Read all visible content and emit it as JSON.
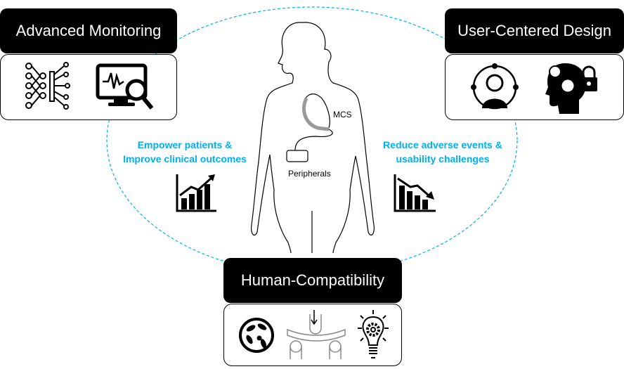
{
  "pillars": {
    "monitoring": {
      "title": "Advanced Monitoring",
      "icons": [
        "neural-network-icon",
        "monitor-search-icon"
      ]
    },
    "user_centered": {
      "title": "User-Centered Design",
      "icons": [
        "user-circle-icon",
        "head-gear-lock-icon"
      ]
    },
    "compatibility": {
      "title": "Human-Compatibility",
      "icons": [
        "bacteria-icon",
        "bending-test-icon",
        "lightbulb-gear-icon"
      ]
    }
  },
  "left_goal": {
    "line1": "Empower patients &",
    "line2": "Improve clinical outcomes",
    "icon": "chart-up-icon"
  },
  "right_goal": {
    "line1": "Reduce adverse events &",
    "line2": "usability challenges",
    "icon": "chart-down-icon"
  },
  "body": {
    "device_label": "MCS",
    "peripherals_label": "Peripherals"
  },
  "colors": {
    "accent": "#00b0f0",
    "box": "#000000"
  }
}
